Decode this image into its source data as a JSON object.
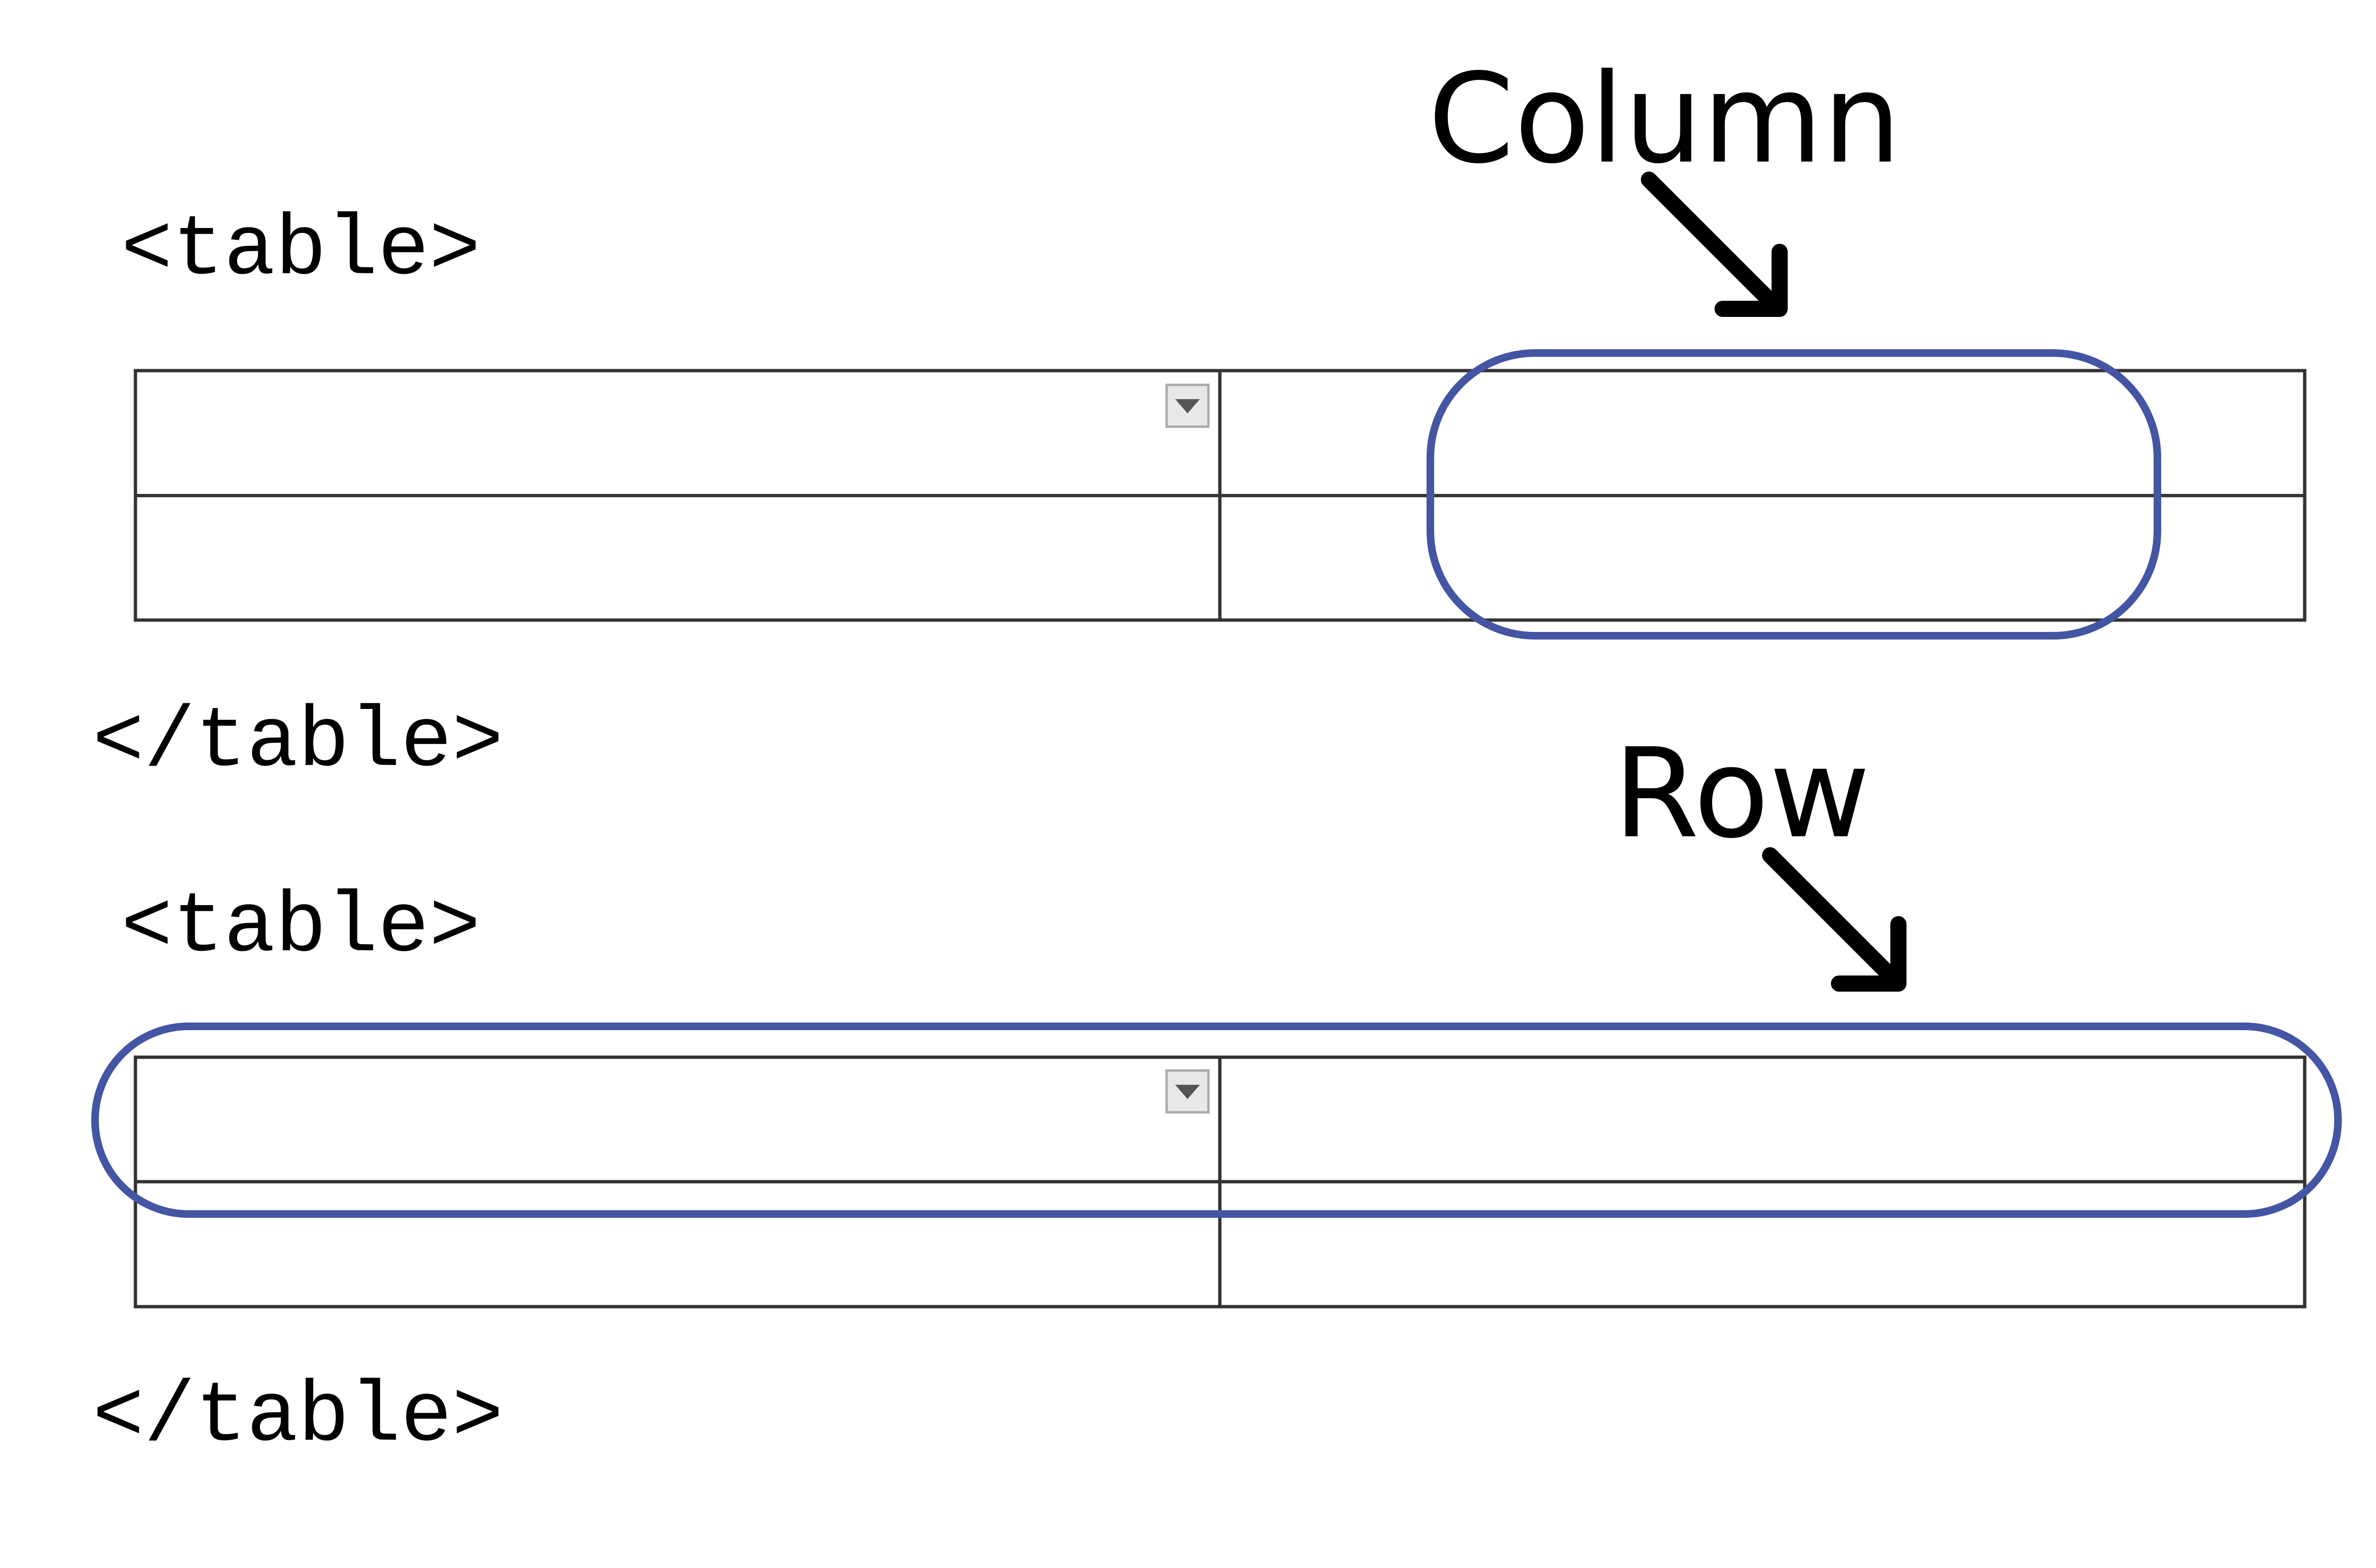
{
  "diagram": {
    "tables": [
      {
        "open_tag": "<table>",
        "close_tag": "</table>",
        "rows": 2,
        "columns": 2,
        "highlight": "column",
        "callout": "Column"
      },
      {
        "open_tag": "<table>",
        "close_tag": "</table>",
        "rows": 2,
        "columns": 2,
        "highlight": "row",
        "callout": "Row"
      }
    ]
  },
  "colors": {
    "table_border": "#333333",
    "highlight": "#4355a3",
    "arrow": "#000000",
    "dropdown_bg": "#e8e8e8",
    "dropdown_border": "#aaaaaa",
    "dropdown_arrow": "#555555"
  }
}
